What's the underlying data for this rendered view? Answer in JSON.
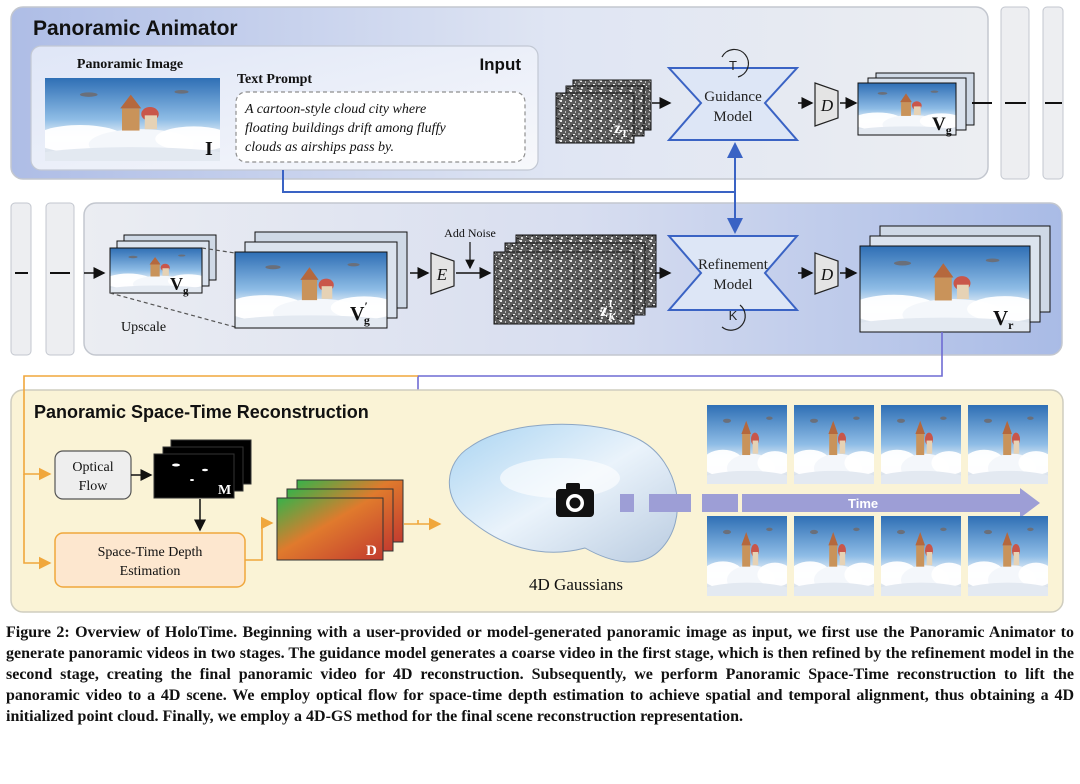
{
  "animator": {
    "title": "Panoramic Animator",
    "input_label": "Input",
    "panoramic_image_label": "Panoramic Image",
    "image_symbol": "I",
    "text_prompt_label": "Text Prompt",
    "prompt_lines": [
      "A cartoon-style cloud city where",
      "floating buildings drift among fluffy",
      "clouds as airships pass by."
    ],
    "noise_symbol": "z",
    "noise_sub": "T",
    "guidance_line1": "Guidance",
    "guidance_line2": "Model",
    "t_symbol": "T",
    "decoder_symbol": "D",
    "vg_base": "V",
    "vg_sub": "g"
  },
  "refine": {
    "upscale_label": "Upscale",
    "vg_base": "V",
    "vg_sub": "g",
    "vgp_base": "V",
    "vgp_sup": "′",
    "vgp_sub": "g",
    "encoder_symbol": "E",
    "add_noise_label": "Add Noise",
    "zk_base": "z",
    "zk_sup": "1",
    "zk_sub": "K",
    "refinement_line1": "Refinement",
    "refinement_line2": "Model",
    "k_symbol": "K",
    "decoder_symbol": "D",
    "vr_base": "V",
    "vr_sub": "r"
  },
  "recon": {
    "title": "Panoramic Space-Time Reconstruction",
    "optical_line1": "Optical",
    "optical_line2": "Flow",
    "mask_symbol": "M",
    "depth_line1": "Space-Time Depth",
    "depth_line2": "Estimation",
    "depth_symbol": "D",
    "gaussians_label": "4D Gaussians",
    "time_label": "Time"
  },
  "caption": "Figure 2: Overview of HoloTime. Beginning with a user-provided or model-generated panoramic image as input, we first use the Panoramic Animator to generate panoramic videos in two stages. The guidance model generates a coarse video in the first stage, which is then refined by the refinement model in the second stage, creating the final panoramic video for 4D reconstruction. Subsequently, we perform Panoramic Space-Time reconstruction to lift the panoramic video to a 4D scene. We employ optical flow for space-time depth estimation to achieve spatial and temporal alignment, thus obtaining a 4D initialized point cloud. Finally, we employ a 4D-GS method for the final scene reconstruction representation.",
  "colors": {
    "panel_blue": "#dbe3f4",
    "accent_blue": "#3a63c4",
    "model_fill": "#dde6f6",
    "orange": "#f0a73c",
    "recon_bg": "#faf3d6",
    "depth_fill": "#fde7cf",
    "time_arrow": "#9d9ed6"
  }
}
